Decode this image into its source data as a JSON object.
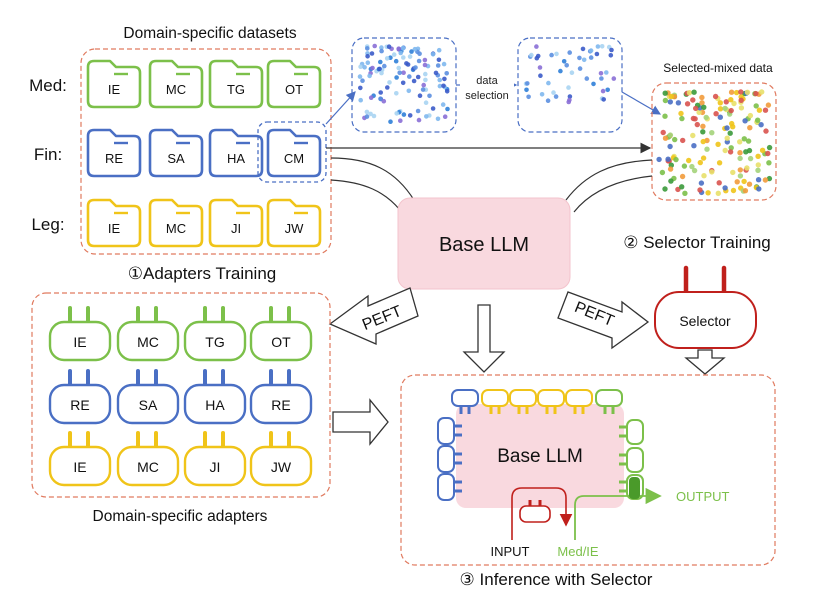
{
  "datasets": {
    "title": "Domain-specific datasets",
    "rows": [
      {
        "label": "Med:",
        "color": "#7cc04a",
        "items": [
          "IE",
          "MC",
          "TG",
          "OT"
        ]
      },
      {
        "label": "Fin:",
        "color": "#4a6fc4",
        "items": [
          "RE",
          "SA",
          "HA",
          "CM"
        ]
      },
      {
        "label": "Leg:",
        "color": "#f0c419",
        "items": [
          "IE",
          "MC",
          "JI",
          "JW"
        ]
      }
    ],
    "caption": "①Adapters Training"
  },
  "data_selection_label": [
    "data",
    "selection"
  ],
  "selected_mixed_title": "Selected-mixed data",
  "selector_training_caption": "② Selector Training",
  "base_llm_label": "Base LLM",
  "peft_left": "PEFT",
  "peft_right": "PEFT",
  "selector_label": "Selector",
  "adapters": {
    "rows": [
      {
        "color": "#7cc04a",
        "items": [
          "IE",
          "MC",
          "TG",
          "OT"
        ]
      },
      {
        "color": "#4a6fc4",
        "items": [
          "RE",
          "SA",
          "HA",
          "RE"
        ]
      },
      {
        "color": "#f0c419",
        "items": [
          "IE",
          "MC",
          "JI",
          "JW"
        ]
      }
    ],
    "caption": "Domain-specific adapters"
  },
  "inference": {
    "base_llm_label": "Base LLM",
    "output_label": "OUTPUT",
    "input_label": "INPUT",
    "route_label": "Med/IE",
    "caption": "③  Inference with Selector"
  },
  "colors": {
    "green": "#7cc04a",
    "blue": "#4a6fc4",
    "yellow": "#f0c419",
    "red": "#c0201c",
    "dashed_border": "#e07a5f",
    "llm_fill": "#f9d9df"
  }
}
